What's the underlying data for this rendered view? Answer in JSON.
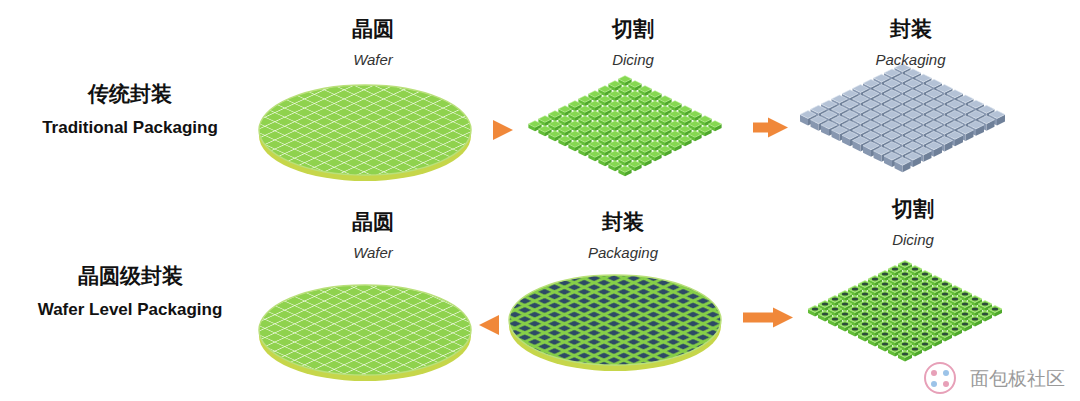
{
  "diagram": {
    "nodes": [
      {
        "text": [
          "晶圆",
          "Wafer"
        ]
      },
      {
        "text": [
          "切割",
          "Dicing"
        ]
      },
      {
        "text": [
          "封装",
          "Packaging"
        ]
      },
      {
        "text": [
          "晶圆",
          "Wafer"
        ]
      },
      {
        "text": [
          "封装",
          "Packaging"
        ]
      },
      {
        "text": [
          "切割",
          "Dicing"
        ]
      }
    ],
    "edges": [
      {
        "from": 0,
        "to": 1,
        "arrow": "to"
      },
      {
        "from": 1,
        "to": 2,
        "arrow": "to"
      },
      {
        "from": 3,
        "to": 4,
        "arrow": "to"
      },
      {
        "from": 4,
        "to": 5,
        "arrow": "to"
      }
    ],
    "labels": [
      "传统封装",
      "Traditional Packaging",
      "晶圆级封装",
      "Wafer Level Packaging",
      "面包板社区"
    ]
  }
}
